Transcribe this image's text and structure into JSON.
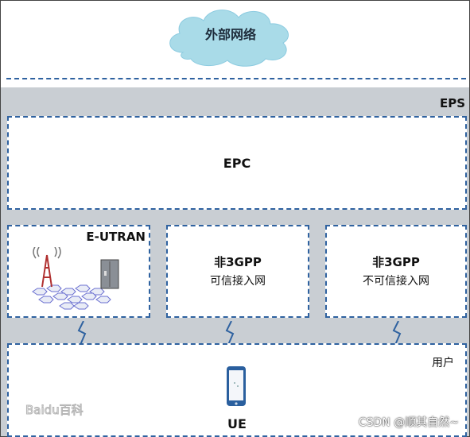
{
  "cloud": {
    "label": "外部网络"
  },
  "eps": {
    "label": "EPS"
  },
  "epc": {
    "label": "EPC"
  },
  "eutran": {
    "label": "E-UTRAN"
  },
  "non3gpp_trusted": {
    "line1": "非3GPP",
    "line2": "可信接入网"
  },
  "non3gpp_untrusted": {
    "line1": "非3GPP",
    "line2": "不可信接入网"
  },
  "user_area": {
    "label": "用户",
    "device_label": "UE"
  },
  "watermark": {
    "baidu": "Baidu百科",
    "csdn": "CSDN @顺其自然~"
  },
  "colors": {
    "dash": "#2f62a0",
    "eps_bg": "#c9ced3",
    "cloud": "#a9dbe8"
  }
}
